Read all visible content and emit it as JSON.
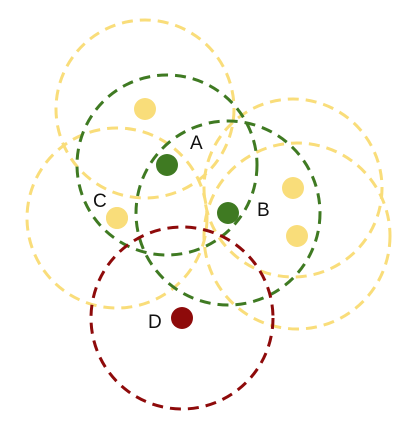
{
  "colors": {
    "yellow": "#f9dd7a",
    "green": "#3f7a22",
    "red": "#8e0a0a",
    "label": "#111111"
  },
  "points": [
    {
      "id": "y1",
      "label": "",
      "color": "yellow",
      "circle": true
    },
    {
      "id": "y2",
      "label": "",
      "color": "yellow",
      "circle": true
    },
    {
      "id": "y3",
      "label": "",
      "color": "yellow",
      "circle": true
    },
    {
      "id": "y4",
      "label": "",
      "color": "yellow",
      "circle": true
    },
    {
      "id": "A",
      "label": "A",
      "color": "green",
      "circle": true
    },
    {
      "id": "B",
      "label": "B",
      "color": "green",
      "circle": true
    },
    {
      "id": "C",
      "label": "C",
      "color": "yellow",
      "circle": false
    },
    {
      "id": "D",
      "label": "D",
      "color": "red",
      "circle": true
    }
  ]
}
